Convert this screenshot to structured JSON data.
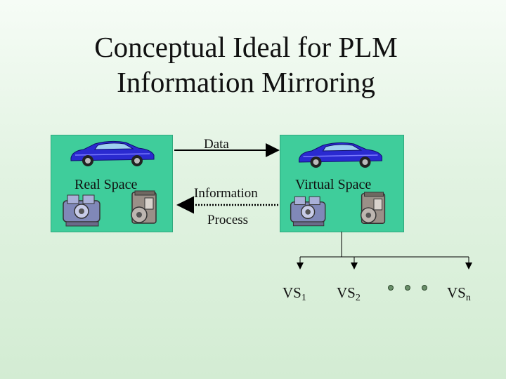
{
  "slide": {
    "title_line1": "Conceptual Ideal for PLM",
    "title_line2": "Information Mirroring"
  },
  "real_space": {
    "label": "Real Space"
  },
  "virtual_space": {
    "label": "Virtual Space"
  },
  "flows": {
    "data_label": "Data",
    "info_label_line1": "Information",
    "info_label_line2": "Process"
  },
  "virtual_subspaces": [
    {
      "base": "VS",
      "sub": "1"
    },
    {
      "base": "VS",
      "sub": "2"
    },
    {
      "base": "VS",
      "sub": "n"
    }
  ],
  "colors": {
    "box_fill": "#3fcd9b",
    "car_body": "#2a2ad0",
    "arrow": "#000000",
    "ellipsis_dots": "#6a8f6a"
  }
}
